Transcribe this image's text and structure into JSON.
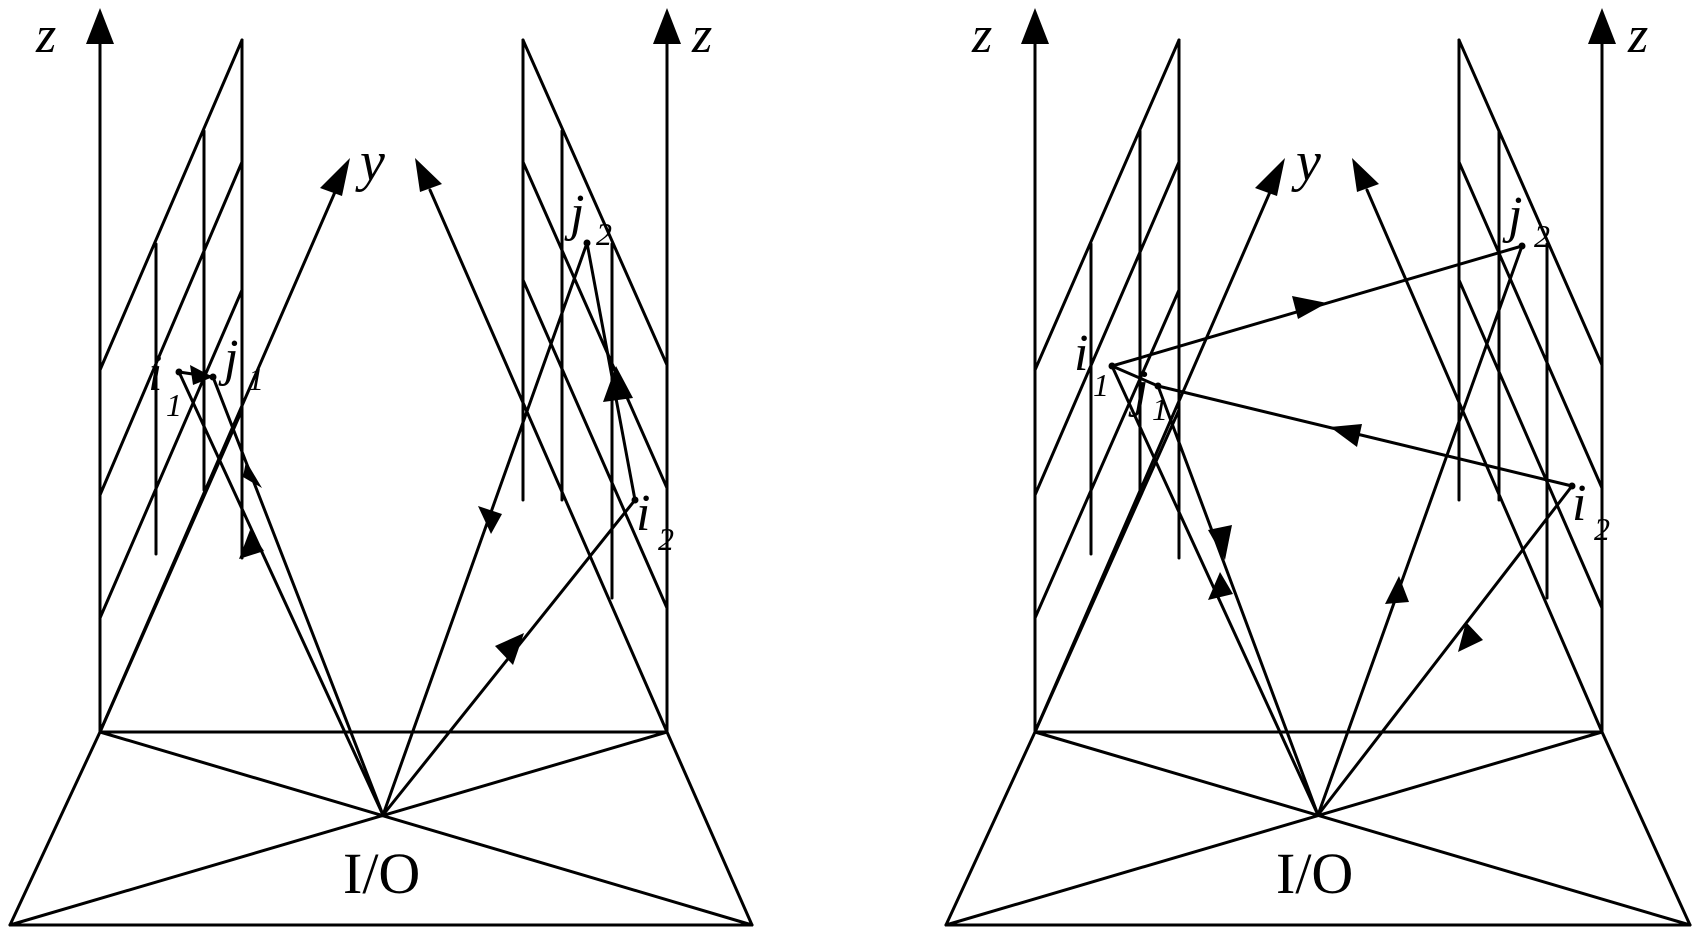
{
  "left_panel": {
    "axis_z_left": "z",
    "axis_z_right": "z",
    "axis_y": "y",
    "i1": {
      "letter": "i",
      "sub": "1"
    },
    "j1": {
      "letter": "j",
      "sub": "1"
    },
    "i2": {
      "letter": "i",
      "sub": "2"
    },
    "j2": {
      "letter": "j",
      "sub": "2"
    },
    "origin": "I/O"
  },
  "right_panel": {
    "axis_z_left": "z",
    "axis_z_right": "z",
    "axis_y": "y",
    "i1": {
      "letter": "i",
      "sub": "1"
    },
    "j1": {
      "letter": "j",
      "sub": "1"
    },
    "i2": {
      "letter": "i",
      "sub": "2"
    },
    "j2": {
      "letter": "j",
      "sub": "2"
    },
    "origin": "I/O"
  }
}
